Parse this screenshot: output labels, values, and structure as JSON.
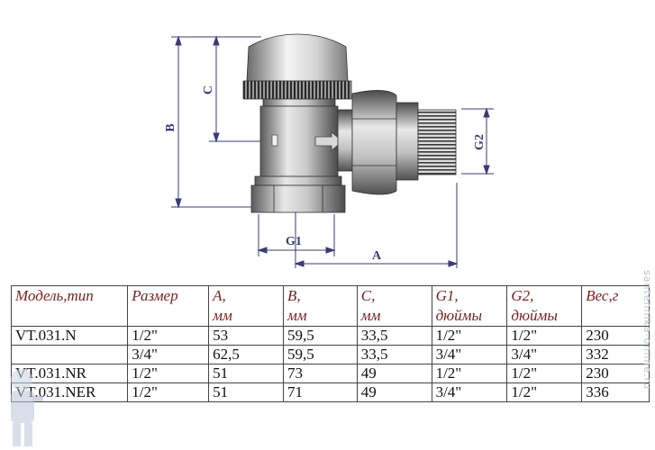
{
  "diagram": {
    "labels": {
      "A": "A",
      "B": "B",
      "C": "C",
      "G1": "G1",
      "G2": "G2"
    }
  },
  "table": {
    "headers": [
      {
        "line1": "Модель,тип",
        "line2": ""
      },
      {
        "line1": "Размер",
        "line2": ""
      },
      {
        "line1": "A,",
        "line2": "мм"
      },
      {
        "line1": "B,",
        "line2": "мм"
      },
      {
        "line1": "C,",
        "line2": "мм"
      },
      {
        "line1": "G1,",
        "line2": "дюймы"
      },
      {
        "line1": "G2,",
        "line2": "дюймы"
      },
      {
        "line1": "Вес,г",
        "line2": ""
      }
    ],
    "rows": [
      [
        "VT.031.N",
        "1/2\"",
        "53",
        "59,5",
        "33,5",
        "1/2\"",
        "1/2\"",
        "230"
      ],
      [
        "",
        "3/4\"",
        "62,5",
        "59,5",
        "33,5",
        "3/4\"",
        "3/4\"",
        "332"
      ],
      [
        "VT.031.NR",
        "1/2\"",
        "51",
        "73",
        "49",
        "1/2\"",
        "1/2\"",
        "230"
      ],
      [
        "VT.031.NER",
        "1/2\"",
        "51",
        "71",
        "49",
        "3/4\"",
        "1/2\"",
        "336"
      ]
    ]
  },
  "watermark": {
    "text": "santehnika-online.ru"
  },
  "colors": {
    "dimension": "#3a3a78",
    "header_text": "#7a2020",
    "valve_body": "#9a9a9a"
  }
}
